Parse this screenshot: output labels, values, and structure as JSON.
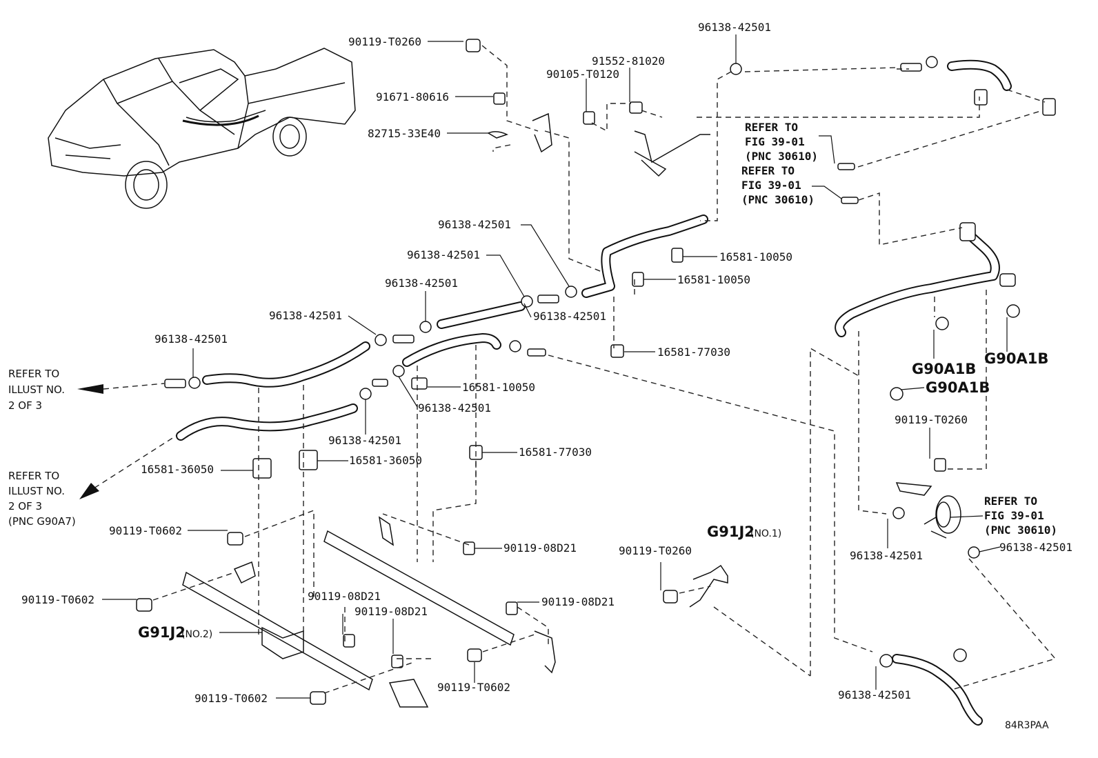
{
  "diagram": {
    "code": "84R3PAA",
    "notes": {
      "refer_illust_1": "REFER TO\nILLUST NO.\n2 OF 3",
      "refer_illust_2": "REFER TO\nILLUST NO.\n2 OF 3\n(PNC G90A7)",
      "refer_fig_a": "REFER TO\nFIG 39-01\n(PNC 30610)",
      "refer_fig_b": "REFER TO\nFIG 39-01\n(PNC 30610)",
      "refer_fig_c": "REFER TO\nFIG 39-01\n(PNC 30610)"
    },
    "labels": [
      {
        "id": "l1",
        "text": "90119-T0260"
      },
      {
        "id": "l2",
        "text": "91671-80616"
      },
      {
        "id": "l3",
        "text": "82715-33E40"
      },
      {
        "id": "l4",
        "text": "91552-81020"
      },
      {
        "id": "l5",
        "text": "90105-T0120"
      },
      {
        "id": "l6",
        "text": "96138-42501"
      },
      {
        "id": "l7",
        "text": "96138-42501"
      },
      {
        "id": "l8",
        "text": "96138-42501"
      },
      {
        "id": "l9",
        "text": "96138-42501"
      },
      {
        "id": "l10",
        "text": "96138-42501"
      },
      {
        "id": "l11",
        "text": "96138-42501"
      },
      {
        "id": "l12",
        "text": "96138-42501"
      },
      {
        "id": "l13",
        "text": "16581-10050"
      },
      {
        "id": "l14",
        "text": "16581-10050"
      },
      {
        "id": "l15",
        "text": "16581-77030"
      },
      {
        "id": "l16",
        "text": "16581-10050"
      },
      {
        "id": "l17",
        "text": "96138-42501"
      },
      {
        "id": "l18",
        "text": "96138-42501"
      },
      {
        "id": "l19",
        "text": "16581-77030"
      },
      {
        "id": "l20",
        "text": "16581-36050"
      },
      {
        "id": "l21",
        "text": "16581-36050"
      },
      {
        "id": "l22",
        "text": "90119-T0602"
      },
      {
        "id": "l23",
        "text": "90119-08D21"
      },
      {
        "id": "l24",
        "text": "90119-T0602"
      },
      {
        "id": "l25",
        "text": "90119-08D21"
      },
      {
        "id": "l26",
        "text": "90119-08D21"
      },
      {
        "id": "l27",
        "text": "90119-08D21"
      },
      {
        "id": "l28",
        "text": "90119-T0602"
      },
      {
        "id": "l29",
        "text": "90119-T0602"
      },
      {
        "id": "l30",
        "text": "90119-T0260"
      },
      {
        "id": "l31",
        "text": "90119-T0260"
      },
      {
        "id": "l32",
        "text": "96138-42501"
      },
      {
        "id": "l33",
        "text": "96138-42501"
      },
      {
        "id": "l34",
        "text": "96138-42501"
      }
    ],
    "pnc_labels": [
      {
        "id": "p1",
        "text": "G90A1B"
      },
      {
        "id": "p2",
        "text": "G90A1B"
      },
      {
        "id": "p3",
        "text": "G90A1B"
      },
      {
        "id": "p4",
        "text": "G91J2",
        "sub": "(NO.1)"
      },
      {
        "id": "p5",
        "text": "G91J2",
        "sub": "(NO.2)"
      }
    ]
  }
}
